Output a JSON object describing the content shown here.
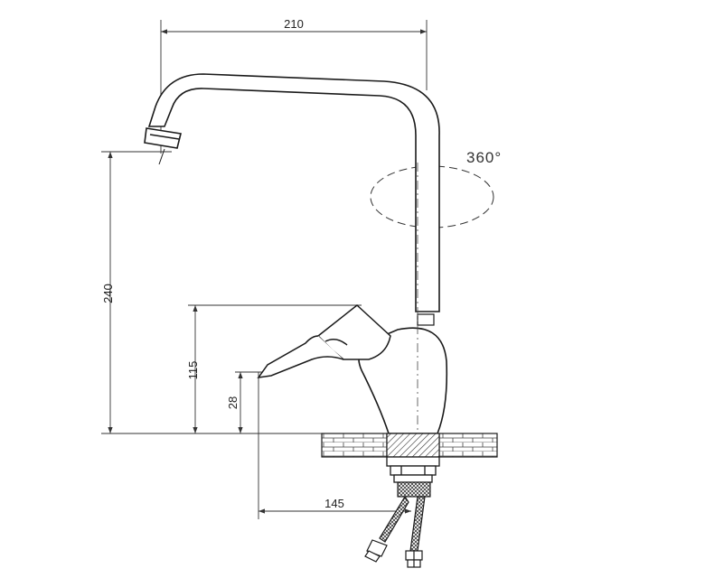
{
  "dimensions": {
    "width_total": "210",
    "spout_height": "240",
    "handle_height": "115",
    "lever_tip_height": "28",
    "lever_reach": "145"
  },
  "rotation": {
    "label": "360°"
  },
  "colors": {
    "line": "#1a1a1a",
    "dim_line": "#333333",
    "hatch": "#555555"
  }
}
